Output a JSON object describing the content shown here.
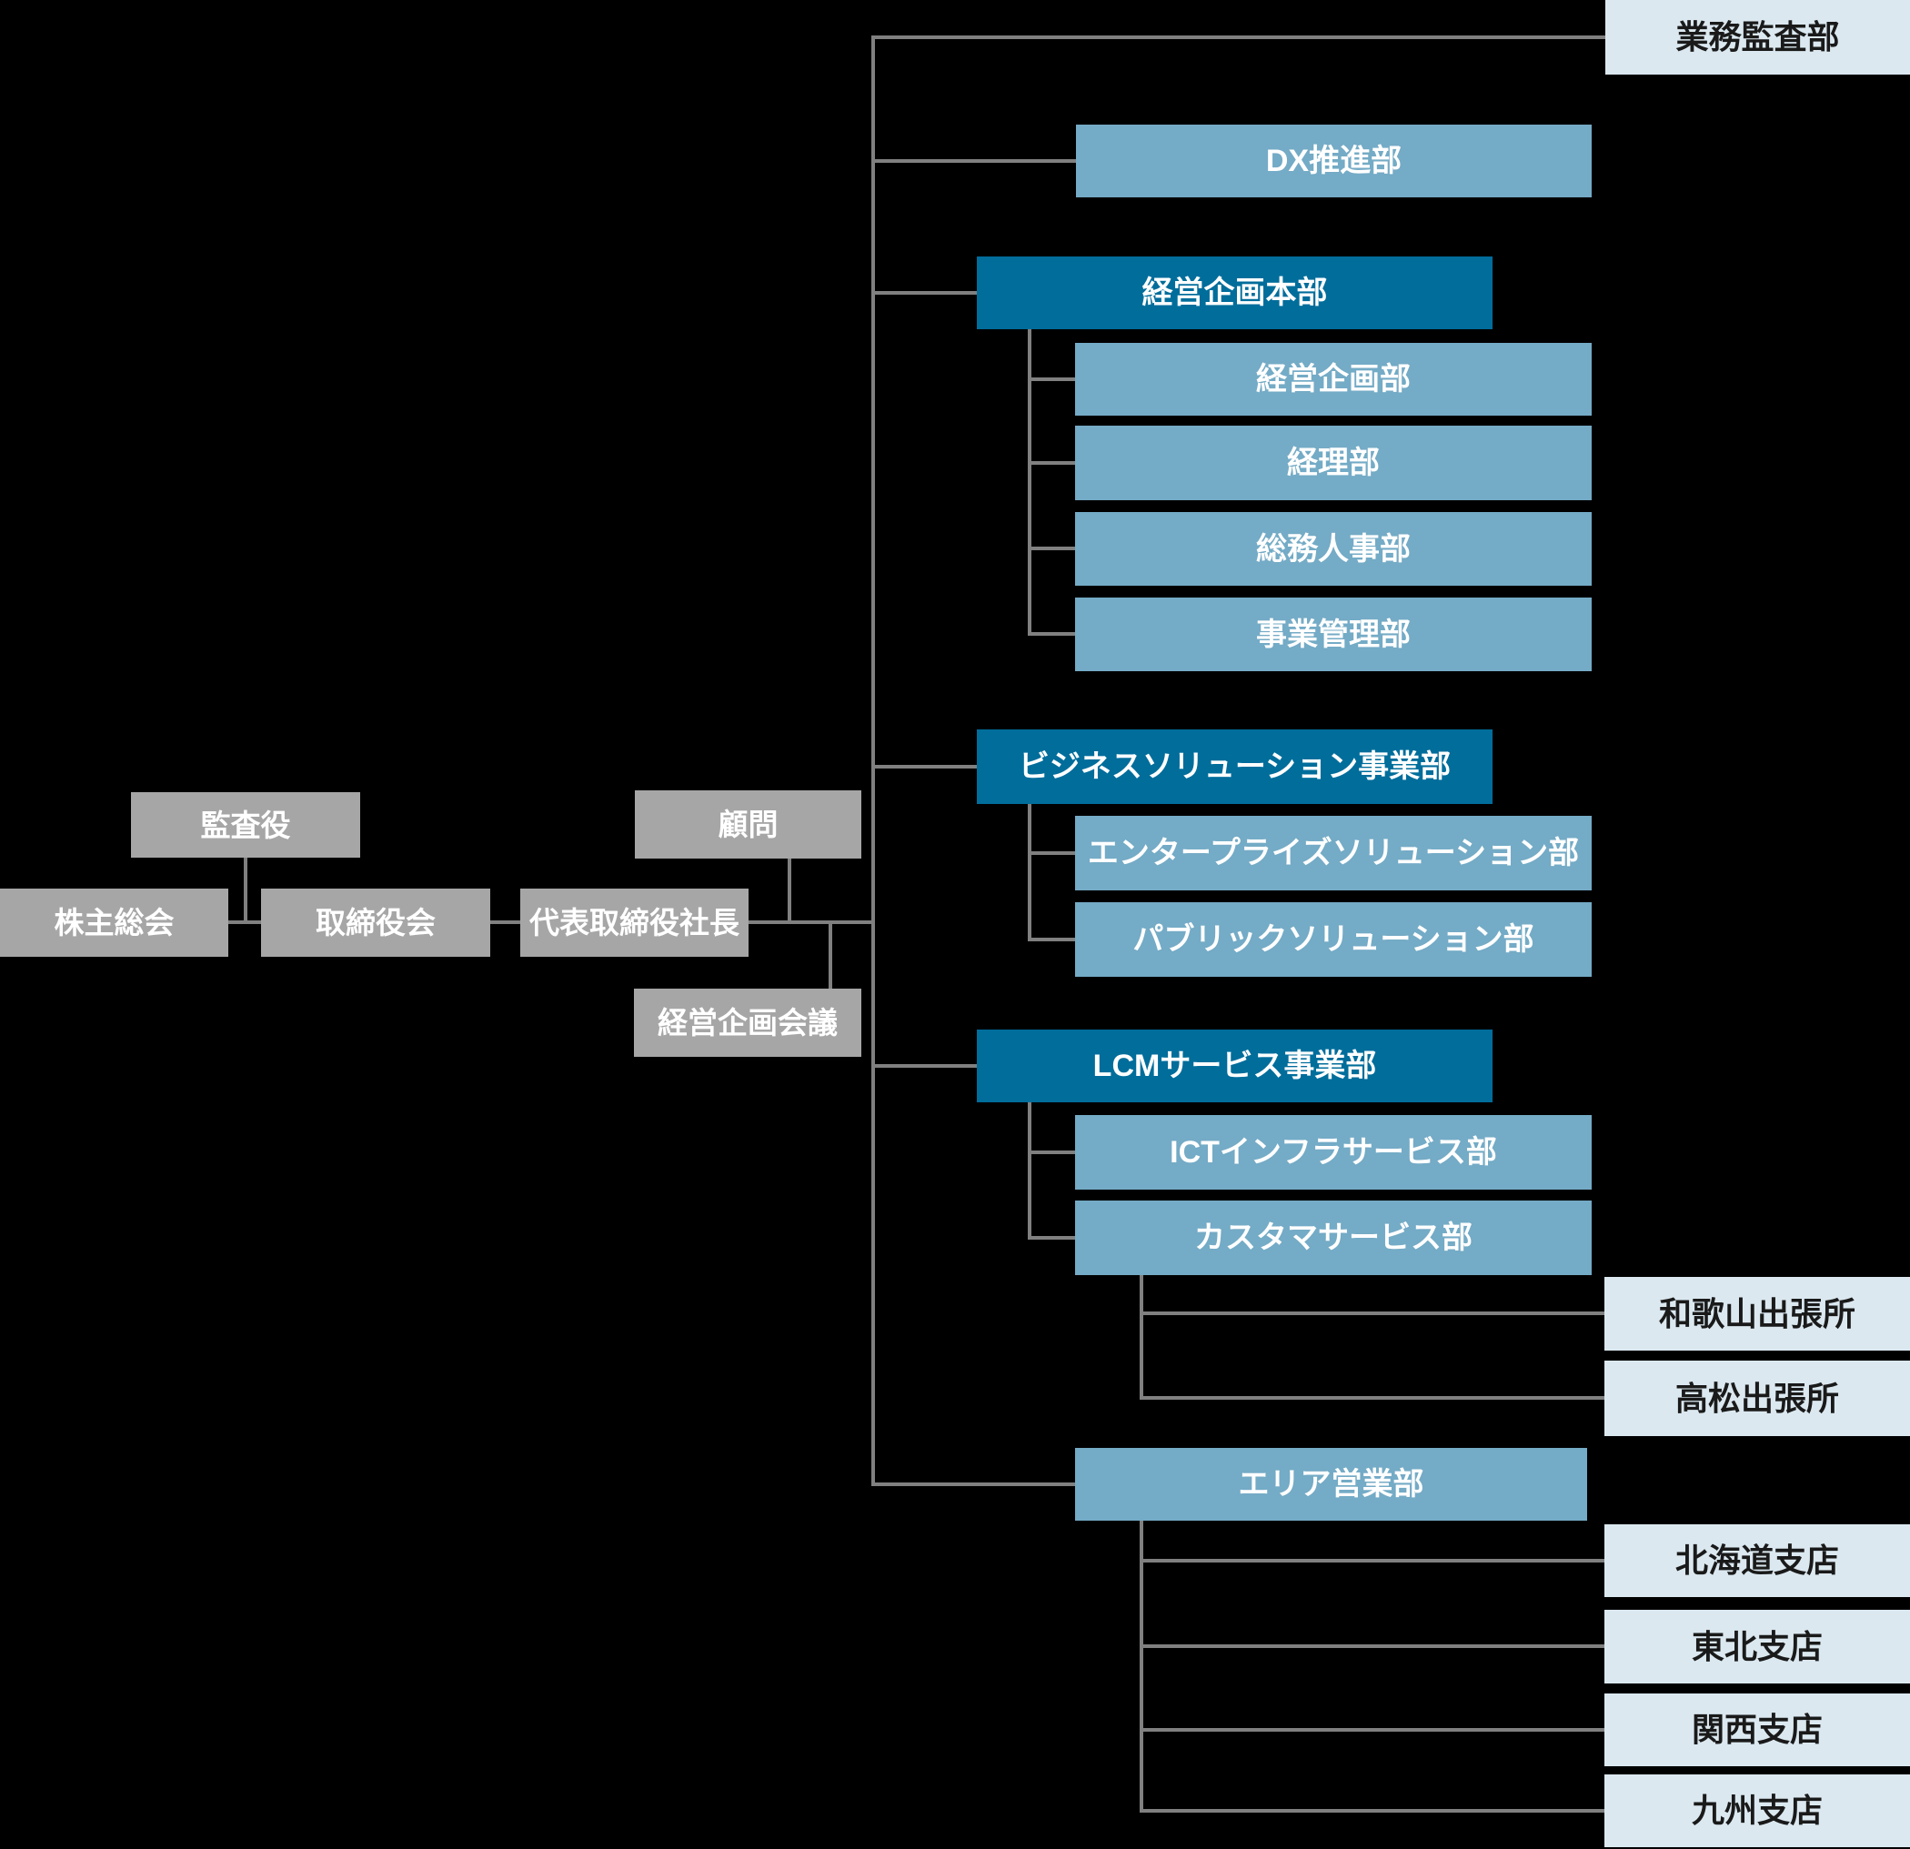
{
  "chart_type": "organization-chart",
  "colors": {
    "gray": "#a6a6a6",
    "dark_blue": "#006d9b",
    "mid_blue": "#74abc6",
    "light_blue": "#dbe8f0",
    "line": "#808080",
    "background": "#000000",
    "light_text": "#ffffff",
    "dark_text": "#1a1a1a"
  },
  "nodes": {
    "shareholders_meeting": {
      "label": "株主総会"
    },
    "audit_officer": {
      "label": "監査役"
    },
    "board_of_directors": {
      "label": "取締役会"
    },
    "president": {
      "label": "代表取締役社長"
    },
    "advisor": {
      "label": "顧問"
    },
    "management_planning_meeting": {
      "label": "経営企画会議"
    },
    "business_audit_dept": {
      "label": "業務監査部"
    },
    "dx_promotion_dept": {
      "label": "DX推進部"
    },
    "corporate_planning_hq": {
      "label": "経営企画本部"
    },
    "corporate_planning_dept": {
      "label": "経営企画部"
    },
    "accounting_dept": {
      "label": "経理部"
    },
    "general_affairs_hr_dept": {
      "label": "総務人事部"
    },
    "business_administration_dept": {
      "label": "事業管理部"
    },
    "business_solution_div": {
      "label": "ビジネスソリューション事業部"
    },
    "enterprise_solution_dept": {
      "label": "エンタープライズソリューション部"
    },
    "public_solution_dept": {
      "label": "パブリックソリューション部"
    },
    "lcm_service_div": {
      "label": "LCMサービス事業部"
    },
    "ict_infra_service_dept": {
      "label": "ICTインフラサービス部"
    },
    "customer_service_dept": {
      "label": "カスタマサービス部"
    },
    "wakayama_office": {
      "label": "和歌山出張所"
    },
    "takamatsu_office": {
      "label": "高松出張所"
    },
    "area_sales_dept": {
      "label": "エリア営業部"
    },
    "hokkaido_branch": {
      "label": "北海道支店"
    },
    "tohoku_branch": {
      "label": "東北支店"
    },
    "kansai_branch": {
      "label": "関西支店"
    },
    "kyushu_branch": {
      "label": "九州支店"
    }
  },
  "hierarchy": {
    "株主総会": [
      "監査役",
      "取締役会"
    ],
    "取締役会": [
      "代表取締役社長"
    ],
    "代表取締役社長": [
      "顧問",
      "経営企画会議",
      "業務監査部",
      "DX推進部",
      "経営企画本部",
      "ビジネスソリューション事業部",
      "LCMサービス事業部",
      "エリア営業部"
    ],
    "経営企画本部": [
      "経営企画部",
      "経理部",
      "総務人事部",
      "事業管理部"
    ],
    "ビジネスソリューション事業部": [
      "エンタープライズソリューション部",
      "パブリックソリューション部"
    ],
    "LCMサービス事業部": [
      "ICTインフラサービス部",
      "カスタマサービス部"
    ],
    "カスタマサービス部": [
      "和歌山出張所",
      "高松出張所"
    ],
    "エリア営業部": [
      "北海道支店",
      "東北支店",
      "関西支店",
      "九州支店"
    ]
  }
}
